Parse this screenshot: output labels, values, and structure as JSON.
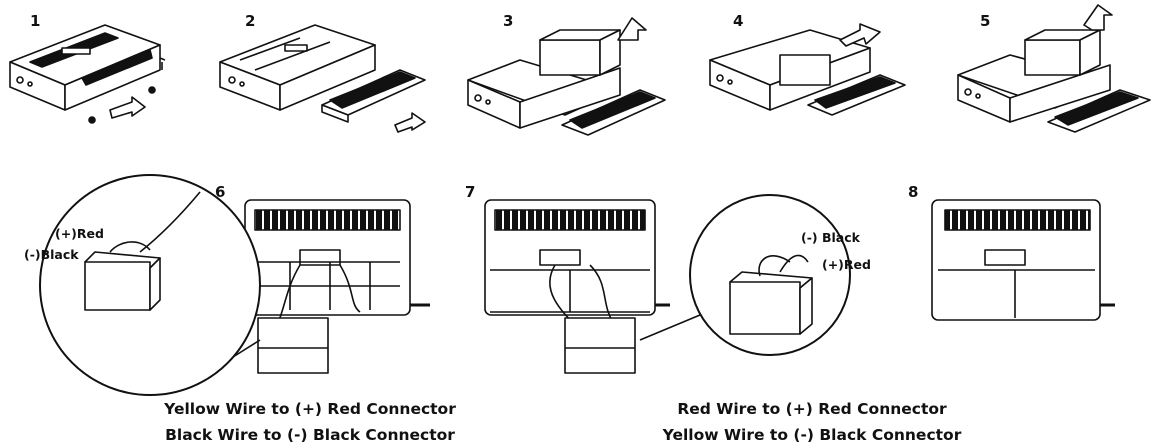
{
  "steps": [
    "1",
    "2",
    "3",
    "4",
    "5",
    "6",
    "7",
    "8"
  ],
  "step6": {
    "positive_label": "(+)Red",
    "negative_label": "(-)Black"
  },
  "step7": {
    "negative_label": "(-) Black",
    "positive_label": "(+)Red"
  },
  "captions": {
    "left": [
      "Yellow Wire to (+) Red Connector",
      "Black Wire to (-) Black Connector"
    ],
    "right": [
      "Red Wire to (+) Red Connector",
      "Yellow Wire to (-) Black Connector"
    ]
  },
  "colors": {
    "line": "#111111",
    "background": "#ffffff"
  }
}
